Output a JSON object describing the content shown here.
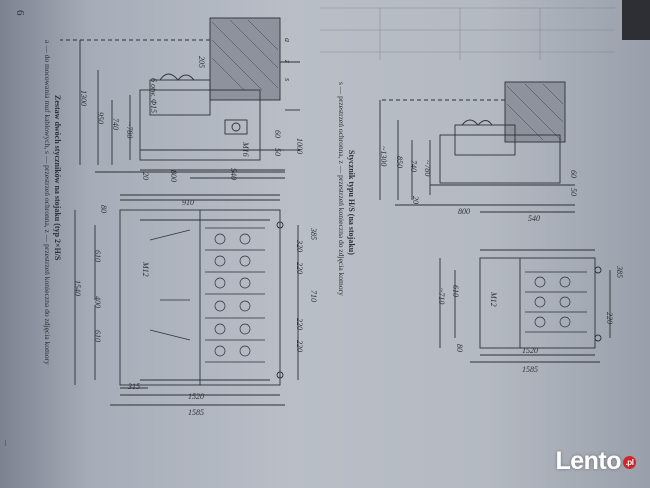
{
  "page_number": "6",
  "page_number_bottom": "...",
  "caption_left": {
    "title": "Zestaw dwóch styczników na stojaku (typ 2×H/S",
    "line1": "a — do mocowania muf kablowych, s — przestrzeń ochronna, z — przestrzeń konieczna do zdjęcia komory",
    "line2": ""
  },
  "caption_right": {
    "title": "Stycznik typu H/S (na stojaku)",
    "line1": "s — przestrzeń ochronna, z — przestrzeń konieczna do zdjęcia komory"
  },
  "left_side_view": {
    "label_top": "a",
    "label_s": "s",
    "label_z": "z",
    "dims": [
      "1300",
      "950",
      "740",
      "~780",
      "800",
      "540",
      "20",
      "60",
      "50",
      "6 otw. Φ15",
      "M16",
      "205",
      "1000"
    ]
  },
  "left_plan_view": {
    "dims": [
      "910",
      "80",
      "610",
      "1540",
      "400",
      "610",
      "M12",
      "385",
      "320",
      "220",
      "710",
      "220",
      "220",
      "315",
      "1520",
      "1585"
    ]
  },
  "right_side_view": {
    "dims": [
      "~1300",
      "850",
      "740",
      "~780",
      "800",
      "540",
      "20",
      "60",
      "50"
    ]
  },
  "right_plan_view": {
    "dims": [
      "610",
      "~710",
      "M12",
      "385",
      "220",
      "1520",
      "1585",
      "80"
    ]
  },
  "watermark": {
    "text": "Lento",
    "suffix": ".pl"
  }
}
